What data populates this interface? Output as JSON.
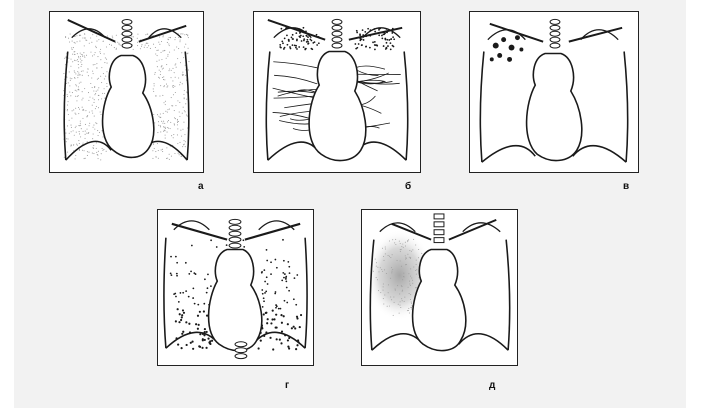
{
  "figure": {
    "colors": {
      "background": "#f2f2f2",
      "panel": "#ffffff",
      "ink": "#1a1a1a",
      "shade": "#9a9a9a"
    },
    "panels": [
      {
        "id": "a",
        "caption": "а",
        "pattern": "diffuse-stipple-both-fields"
      },
      {
        "id": "b",
        "caption": "б",
        "pattern": "streaky-perihilar-lines-and-apical-dots"
      },
      {
        "id": "c",
        "caption": "в",
        "pattern": "focal-nodules-right-apex"
      },
      {
        "id": "d",
        "caption": "г",
        "pattern": "scattered-dots-dense-at-bases"
      },
      {
        "id": "e",
        "caption": "д",
        "pattern": "hazy-shadow-right-midfield"
      }
    ]
  }
}
